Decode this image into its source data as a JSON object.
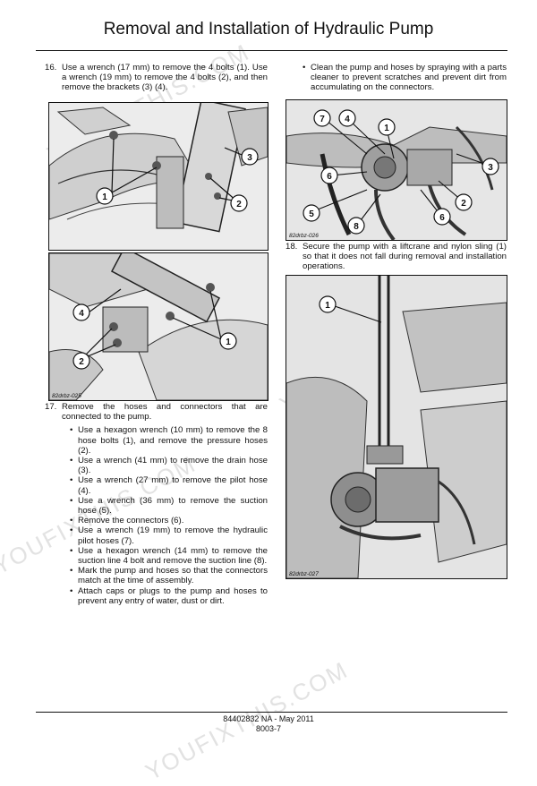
{
  "title": "Removal and Installation of Hydraulic Pump",
  "watermark": "YOUFIXTHIS.COM",
  "left_column": {
    "step16": {
      "number": "16.",
      "text": "Use a wrench (17 mm) to remove the 4 bolts (1). Use a wrench (19 mm) to remove the 4 bolts (2), and then remove the brackets (3) (4)."
    },
    "figure_1": {
      "callouts": [
        "1",
        "2",
        "3"
      ]
    },
    "figure_2": {
      "id": "82drbz-025",
      "callouts": [
        "4",
        "2",
        "1"
      ]
    },
    "step17": {
      "number": "17.",
      "text": "Remove the hoses and connectors that are connected to the pump.",
      "bullets": [
        "Use a hexagon wrench (10 mm) to remove the 8 hose bolts (1), and remove the pressure hoses (2).",
        "Use a wrench (41 mm) to remove the drain hose (3).",
        "Use a wrench (27 mm) to remove the pilot hose (4).",
        "Use a wrench (36 mm) to remove the suction hose (5).",
        "Remove the connectors (6).",
        "Use a wrench (19 mm) to remove the hydraulic pilot hoses (7).",
        "Use a hexagon wrench (14 mm) to remove the suction line 4 bolt and remove the suction line (8).",
        "Mark the pump and hoses so that the connectors match at the time of assembly.",
        "Attach caps or plugs to the pump and hoses to prevent any entry of water, dust or dirt."
      ]
    }
  },
  "right_column": {
    "bullet": "Clean the pump and hoses by spraying with a parts cleaner to prevent scratches and prevent dirt from accumulating on the connectors.",
    "figure_3": {
      "id": "82drbz-026",
      "callouts": [
        "7",
        "4",
        "1",
        "3",
        "6",
        "2",
        "6",
        "5",
        "8"
      ]
    },
    "step18": {
      "number": "18.",
      "text": "Secure the pump with a liftcrane and nylon sling (1) so that it does not fall during removal and installation operations."
    },
    "figure_4": {
      "id": "82drbz-027",
      "callouts": [
        "1"
      ]
    }
  },
  "footer": {
    "line1": "84402832 NA - May 2011",
    "line2": "8003-7"
  }
}
